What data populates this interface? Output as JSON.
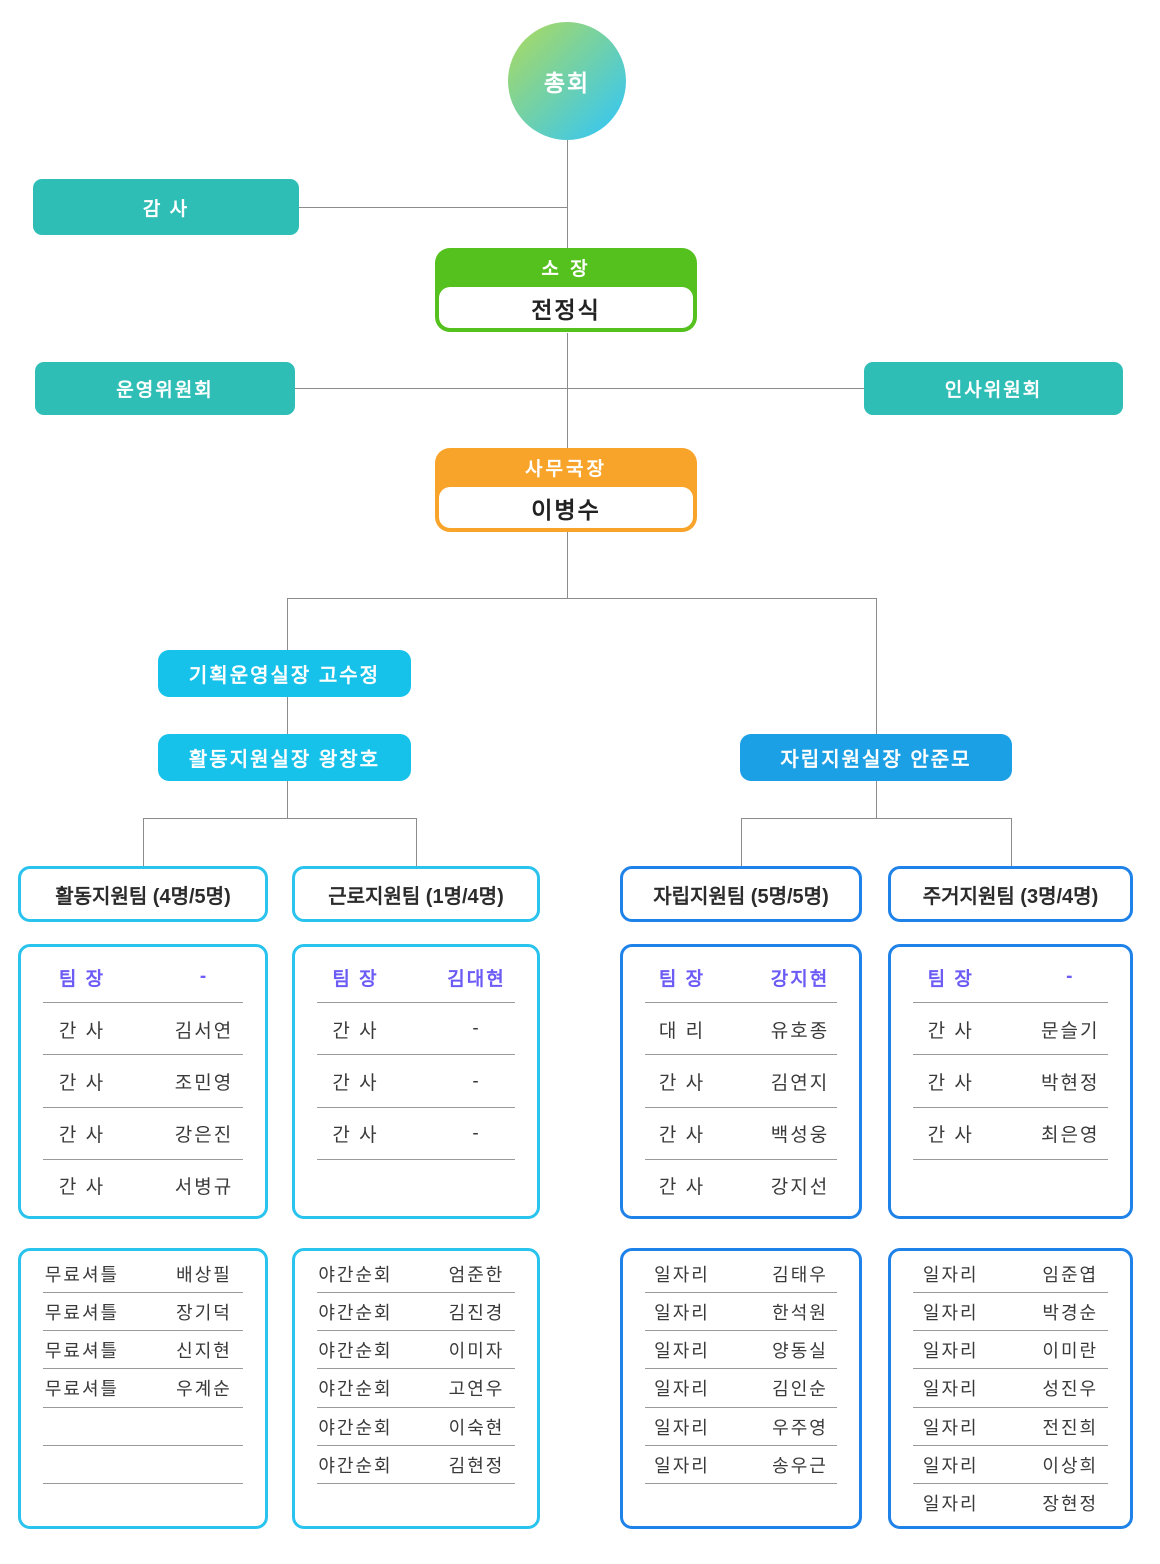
{
  "colors": {
    "teal": "#2FBEB6",
    "green": "#55C11E",
    "orange": "#F8A42B",
    "cyan": "#17C2EA",
    "blue": "#1B9FE5",
    "cyan_border": "#29C3EE",
    "blue_border": "#1E82E8",
    "purple": "#6C5CF5",
    "line": "#8C8C8C"
  },
  "root": {
    "label": "총회"
  },
  "audit": {
    "label": "감 사"
  },
  "director": {
    "title": "소 장",
    "name": "전정식"
  },
  "committees": [
    {
      "label": "운영위원회"
    },
    {
      "label": "인사위원회"
    }
  ],
  "secretary": {
    "title": "사무국장",
    "name": "이병수"
  },
  "managers": [
    {
      "label": "기획운영실장  고수정"
    },
    {
      "label": "활동지원실장  왕창호"
    },
    {
      "label": "자립지원실장  안준모"
    }
  ],
  "teams": [
    {
      "title": "활동지원팀 (4명/5명)",
      "accent": "cyan",
      "staff": [
        {
          "role": "팀 장",
          "name": "-",
          "highlight": true
        },
        {
          "role": "간 사",
          "name": "김서연"
        },
        {
          "role": "간 사",
          "name": "조민영"
        },
        {
          "role": "간 사",
          "name": "강은진"
        },
        {
          "role": "간 사",
          "name": "서병규"
        }
      ],
      "extra": [
        {
          "role": "무료셔틀",
          "name": "배상필"
        },
        {
          "role": "무료셔틀",
          "name": "장기덕"
        },
        {
          "role": "무료셔틀",
          "name": "신지현"
        },
        {
          "role": "무료셔틀",
          "name": "우계순"
        },
        {
          "role": "",
          "name": ""
        },
        {
          "role": "",
          "name": ""
        },
        {
          "role": "",
          "name": ""
        }
      ]
    },
    {
      "title": "근로지원팀 (1명/4명)",
      "accent": "cyan",
      "staff": [
        {
          "role": "팀 장",
          "name": "김대현",
          "highlight": true
        },
        {
          "role": "간 사",
          "name": "-"
        },
        {
          "role": "간 사",
          "name": "-"
        },
        {
          "role": "간 사",
          "name": "-"
        },
        {
          "role": "",
          "name": ""
        }
      ],
      "extra": [
        {
          "role": "야간순회",
          "name": "엄준한"
        },
        {
          "role": "야간순회",
          "name": "김진경"
        },
        {
          "role": "야간순회",
          "name": "이미자"
        },
        {
          "role": "야간순회",
          "name": "고연우"
        },
        {
          "role": "야간순회",
          "name": "이숙현"
        },
        {
          "role": "야간순회",
          "name": "김현정"
        },
        {
          "role": "",
          "name": ""
        }
      ]
    },
    {
      "title": "자립지원팀 (5명/5명)",
      "accent": "blue",
      "staff": [
        {
          "role": "팀 장",
          "name": "강지현",
          "highlight": true
        },
        {
          "role": "대 리",
          "name": "유호종"
        },
        {
          "role": "간 사",
          "name": "김연지"
        },
        {
          "role": "간 사",
          "name": "백성웅"
        },
        {
          "role": "간 사",
          "name": "강지선"
        }
      ],
      "extra": [
        {
          "role": "일자리",
          "name": "김태우"
        },
        {
          "role": "일자리",
          "name": "한석원"
        },
        {
          "role": "일자리",
          "name": "양동실"
        },
        {
          "role": "일자리",
          "name": "김인순"
        },
        {
          "role": "일자리",
          "name": "우주영"
        },
        {
          "role": "일자리",
          "name": "송우근"
        },
        {
          "role": "",
          "name": ""
        }
      ]
    },
    {
      "title": "주거지원팀 (3명/4명)",
      "accent": "blue",
      "staff": [
        {
          "role": "팀 장",
          "name": "-",
          "highlight": true
        },
        {
          "role": "간 사",
          "name": "문슬기"
        },
        {
          "role": "간 사",
          "name": "박현정"
        },
        {
          "role": "간 사",
          "name": "최은영"
        },
        {
          "role": "",
          "name": ""
        }
      ],
      "extra": [
        {
          "role": "일자리",
          "name": "임준엽"
        },
        {
          "role": "일자리",
          "name": "박경순"
        },
        {
          "role": "일자리",
          "name": "이미란"
        },
        {
          "role": "일자리",
          "name": "성진우"
        },
        {
          "role": "일자리",
          "name": "전진희"
        },
        {
          "role": "일자리",
          "name": "이상희"
        },
        {
          "role": "일자리",
          "name": "장현정"
        }
      ]
    }
  ]
}
